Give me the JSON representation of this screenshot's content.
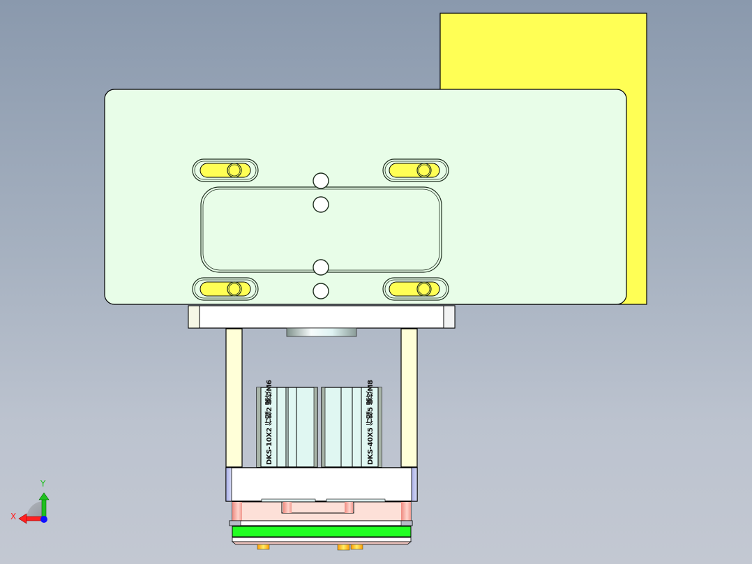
{
  "viewport": {
    "background_top": "#8a99ad",
    "background_bottom": "#c3c8d2"
  },
  "model": {
    "back_plate_color": "#ffff55",
    "mount_plate_color": "#e8fde8",
    "slot_fill_color": "#ffff55",
    "pillar_color": "#ffffd8",
    "cylinder_body_color": "#e0f7f2",
    "base_block_color": "#ffffff",
    "lower_housing_color": "#fde0d8",
    "green_band_color": "#22ff22",
    "fitting_color": "#ffb800",
    "cylinders": [
      {
        "label": "DKS-10X2 行程2 螺纹M6"
      },
      {
        "label": "DKS-40X5 行程5 螺纹M8"
      }
    ]
  },
  "triad": {
    "x_label": "X",
    "y_label": "Y",
    "x_color": "#ff2020",
    "y_color": "#20c020",
    "z_color": "#1010ff"
  }
}
